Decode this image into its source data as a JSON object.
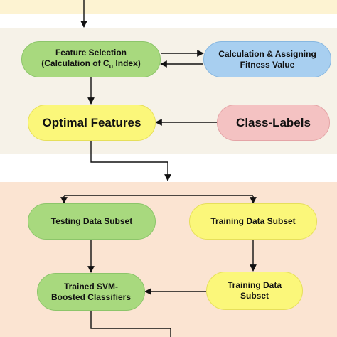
{
  "nodes": {
    "feature_selection": {
      "line1": "Feature Selection",
      "line2_prefix": "(Calculation of C",
      "line2_sub": "u",
      "line2_suffix": " Index)"
    },
    "fitness": {
      "line1": "Calculation & Assigning",
      "line2": "Fitness Value"
    },
    "optimal_features": {
      "label": "Optimal Features"
    },
    "class_labels": {
      "label": "Class-Labels"
    },
    "testing_subset": {
      "label": "Testing Data Subset"
    },
    "training_subset_top": {
      "label": "Training Data Subset"
    },
    "training_subset_bottom": {
      "line1": "Training Data",
      "line2": "Subset"
    },
    "trained_svm": {
      "line1": "Trained SVM-",
      "line2": "Boosted Classifiers"
    }
  },
  "colors": {
    "green": "#a8d97e",
    "blue": "#a8cff0",
    "yellow": "#fbf77a",
    "pink": "#f4c2c2",
    "panel_top": "#fdf3d2",
    "panel_middle": "#f6f2e8",
    "panel_bottom": "#fbe4d2"
  }
}
